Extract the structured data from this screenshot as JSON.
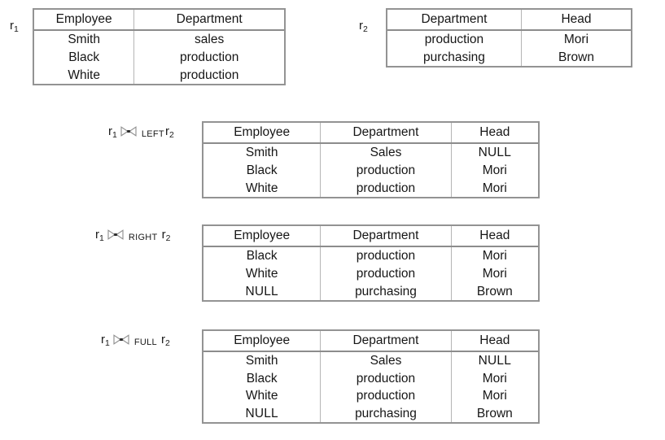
{
  "figure": {
    "columns": {
      "employee": "Employee",
      "department": "Department",
      "head": "Head"
    },
    "null_text": "NULL",
    "bowtie_icon": "bowtie-join-icon"
  },
  "relations": [
    {
      "id": "r1",
      "label_base": "r",
      "label_sub": "1",
      "headers": [
        "Employee",
        "Department"
      ],
      "rows": [
        [
          "Smith",
          "sales"
        ],
        [
          "Black",
          "production"
        ],
        [
          "White",
          "production"
        ]
      ]
    },
    {
      "id": "r2",
      "label_base": "r",
      "label_sub": "2",
      "headers": [
        "Department",
        "Head"
      ],
      "rows": [
        [
          "production",
          "Mori"
        ],
        [
          "purchasing",
          "Brown"
        ]
      ]
    }
  ],
  "joins": [
    {
      "id": "left-join",
      "expr": {
        "left_base": "r",
        "left_sub": "1",
        "operator": "⋈",
        "mode": "LEFT",
        "right_base": "r",
        "right_sub": "2"
      },
      "headers": [
        "Employee",
        "Department",
        "Head"
      ],
      "rows": [
        [
          "Smith",
          "Sales",
          "NULL"
        ],
        [
          "Black",
          "production",
          "Mori"
        ],
        [
          "White",
          "production",
          "Mori"
        ]
      ]
    },
    {
      "id": "right-join",
      "expr": {
        "left_base": "r",
        "left_sub": "1",
        "operator": "⋈",
        "mode": "RIGHT",
        "right_base": "r",
        "right_sub": "2"
      },
      "headers": [
        "Employee",
        "Department",
        "Head"
      ],
      "rows": [
        [
          "Black",
          "production",
          "Mori"
        ],
        [
          "White",
          "production",
          "Mori"
        ],
        [
          "NULL",
          "purchasing",
          "Brown"
        ]
      ]
    },
    {
      "id": "full-join",
      "expr": {
        "left_base": "r",
        "left_sub": "1",
        "operator": "⋈",
        "mode": "FULL",
        "right_base": "r",
        "right_sub": "2"
      },
      "headers": [
        "Employee",
        "Department",
        "Head"
      ],
      "rows": [
        [
          "Smith",
          "Sales",
          "NULL"
        ],
        [
          "Black",
          "production",
          "Mori"
        ],
        [
          "White",
          "production",
          "Mori"
        ],
        [
          "NULL",
          "purchasing",
          "Brown"
        ]
      ]
    }
  ]
}
